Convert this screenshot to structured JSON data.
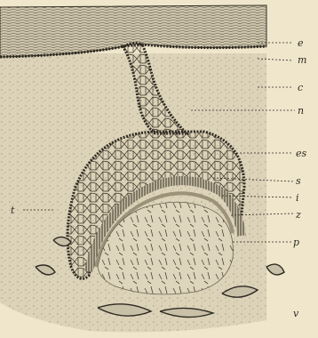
{
  "figure": {
    "labels": {
      "e": "e",
      "m": "m",
      "c": "c",
      "n": "n",
      "es": "es",
      "s": "s",
      "i": "i",
      "z": "z",
      "p": "p",
      "t": "t",
      "v": "v"
    },
    "colors": {
      "paper": "#efe6cc",
      "ink": "#2e2a22",
      "epithelium": "#c9c0a8",
      "tissue": "#d9d0b6"
    }
  }
}
